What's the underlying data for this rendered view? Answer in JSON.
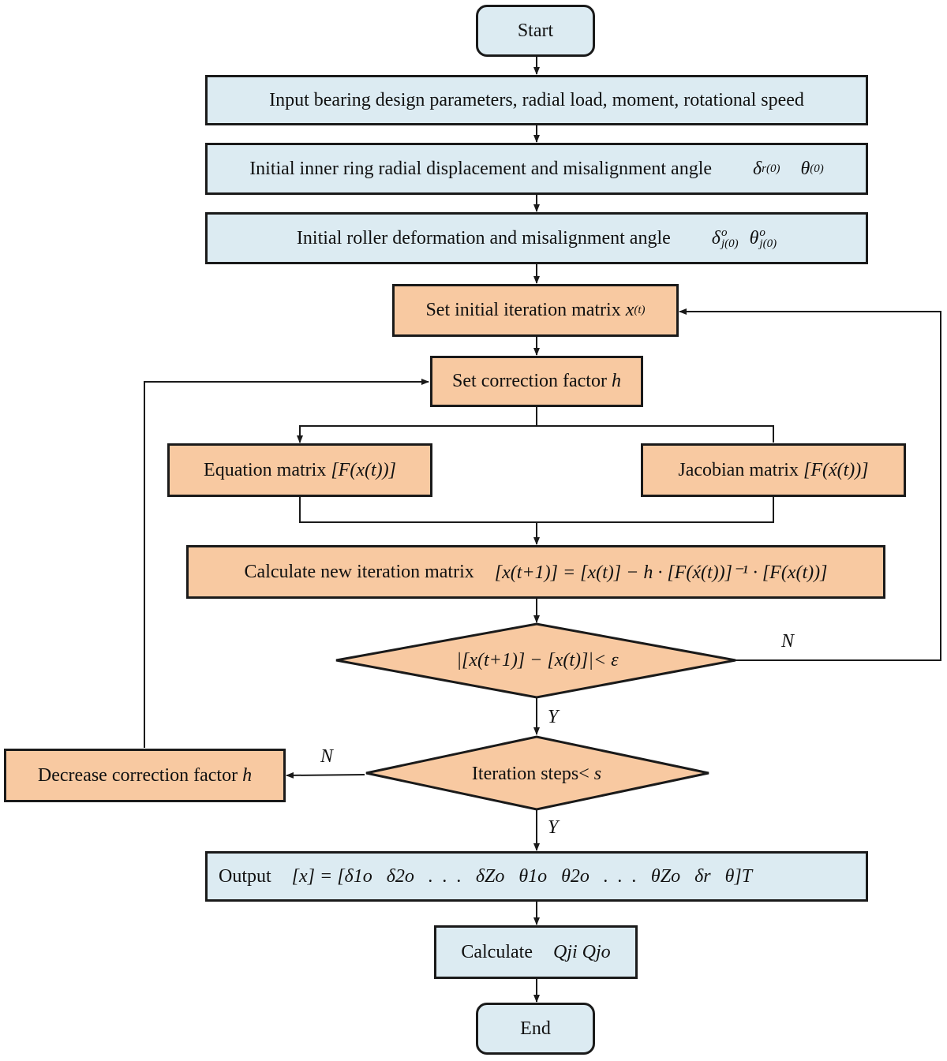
{
  "colors": {
    "terminal_fill": "#dcebf2",
    "process_fill": "#f8c9a1",
    "stroke": "#1a1a1a"
  },
  "nodes": {
    "start": "Start",
    "input": "Input bearing design parameters, radial load, moment, rotational speed",
    "init_inner_text": "Initial inner ring radial displacement and misalignment angle",
    "init_inner_sym1": "δ",
    "init_inner_sym1_sub": "r(0)",
    "init_inner_sym2": "θ",
    "init_inner_sym2_sub": "(0)",
    "init_roller_text": "Initial roller deformation and misalignment angle",
    "init_roller_sym1": "δ",
    "init_roller_sym1_sup": "o",
    "init_roller_sym1_sub": "j(0)",
    "init_roller_sym2": "θ",
    "init_roller_sym2_sup": "o",
    "init_roller_sym2_sub": "j(0)",
    "set_iter_text": "Set initial iteration matrix",
    "set_iter_sym": "x",
    "set_iter_sub": "(t)",
    "set_corr_text": "Set correction factor",
    "set_corr_sym": "h",
    "eq_matrix_text": "Equation matrix",
    "eq_matrix_formula": "[F(x(t))]",
    "jac_matrix_text": "Jacobian matrix",
    "jac_matrix_formula": "[F(x́(t))]",
    "calc_new_text": "Calculate new iteration matrix",
    "calc_new_formula": "[x(t+1)] = [x(t)] − h · [F(x́(t))]⁻¹ · [F(x(t))]",
    "cond1_formula": "|[x(t+1)] − [x(t)]|< ε",
    "cond2_text": "Iteration steps< ",
    "cond2_sym": "s",
    "decrease_text": "Decrease correction factor",
    "decrease_sym": "h",
    "output_text": "Output",
    "output_formula": "[x] = [δ1o   δ2o   .  .  .   δZo   θ1o   θ2o   .  .  .   θZo   δr   θ]T",
    "calc_q_text": "Calculate",
    "calc_q_formula": "Qji  Qjo",
    "end": "End"
  },
  "labels": {
    "n1": "N",
    "y1": "Y",
    "n2": "N",
    "y2": "Y"
  }
}
